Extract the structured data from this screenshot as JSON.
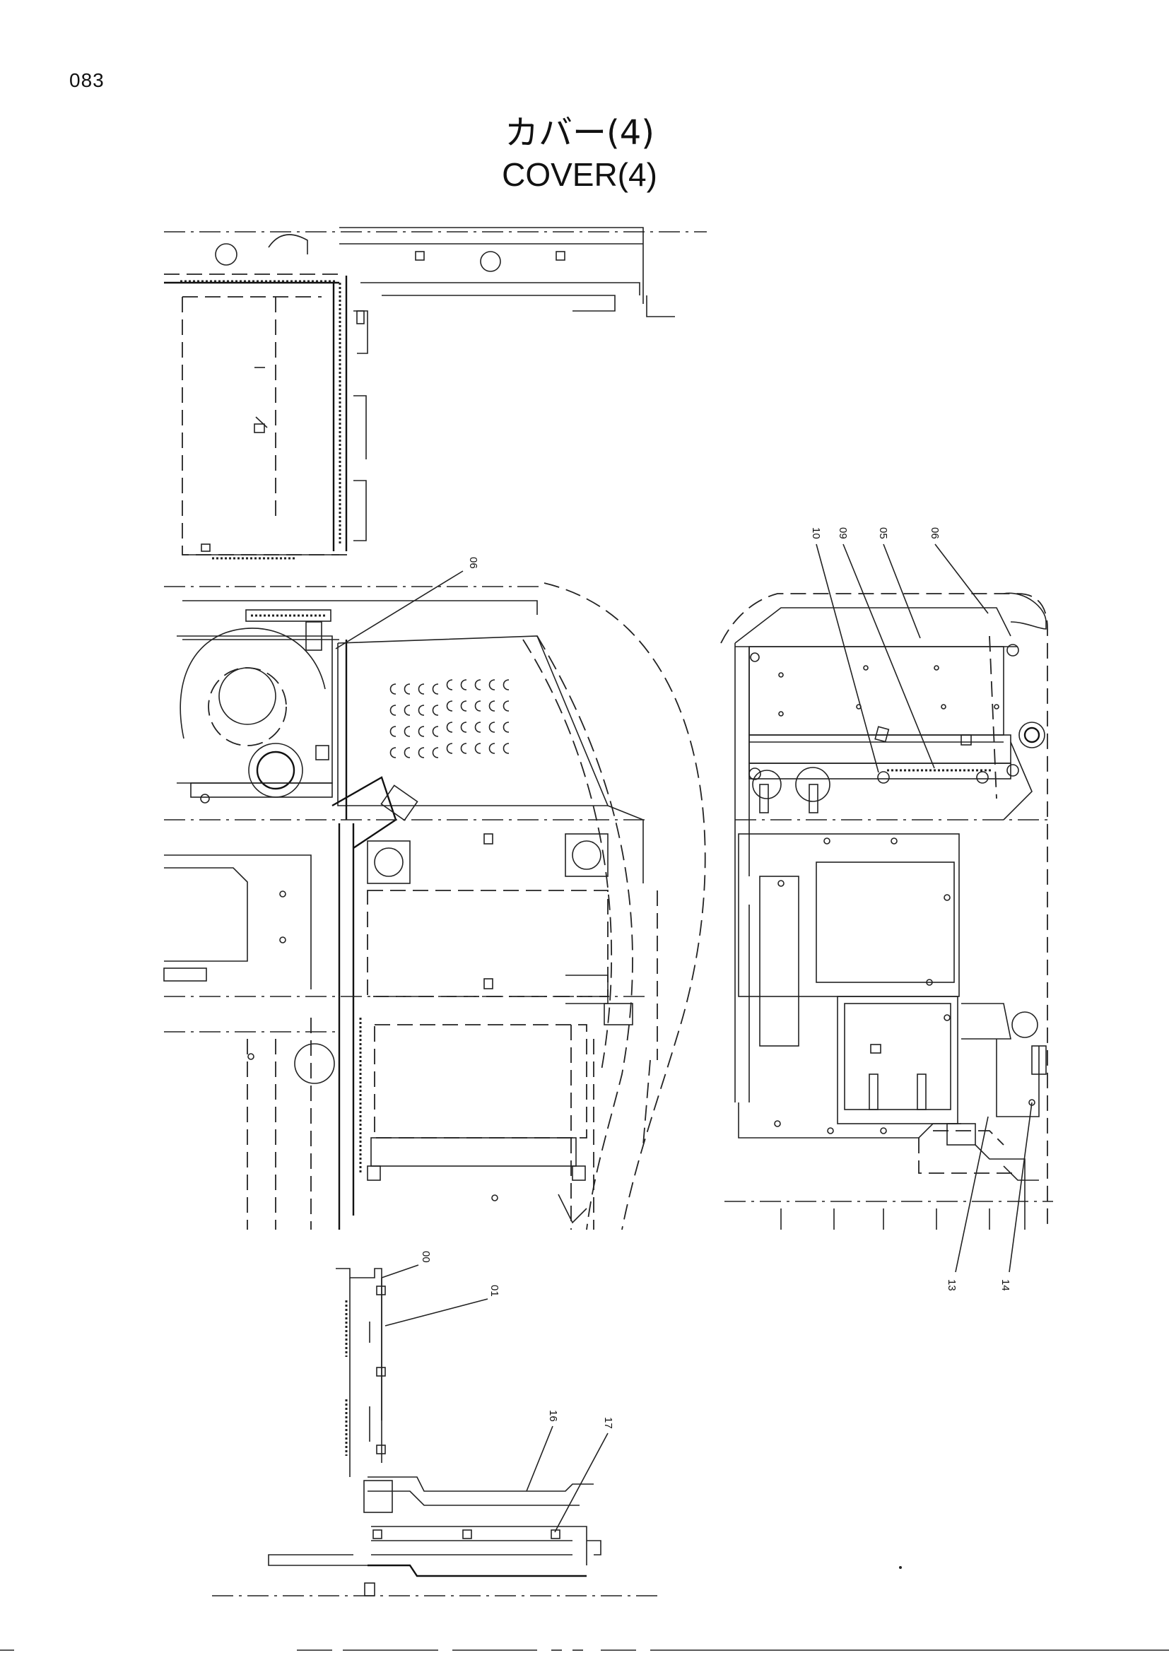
{
  "page": {
    "number": "083"
  },
  "title": {
    "jp": "カバー(4)",
    "en": "COVER(4)"
  },
  "callouts": [
    {
      "label": "06",
      "view": "top-view"
    },
    {
      "label": "10",
      "view": "side-view"
    },
    {
      "label": "09",
      "view": "side-view"
    },
    {
      "label": "05",
      "view": "side-view"
    },
    {
      "label": "06",
      "view": "side-view"
    },
    {
      "label": "13",
      "view": "side-view"
    },
    {
      "label": "14",
      "view": "side-view"
    },
    {
      "label": "00",
      "view": "detail-view"
    },
    {
      "label": "01",
      "view": "detail-view"
    },
    {
      "label": "16",
      "view": "detail-view"
    },
    {
      "label": "17",
      "view": "detail-view"
    }
  ]
}
